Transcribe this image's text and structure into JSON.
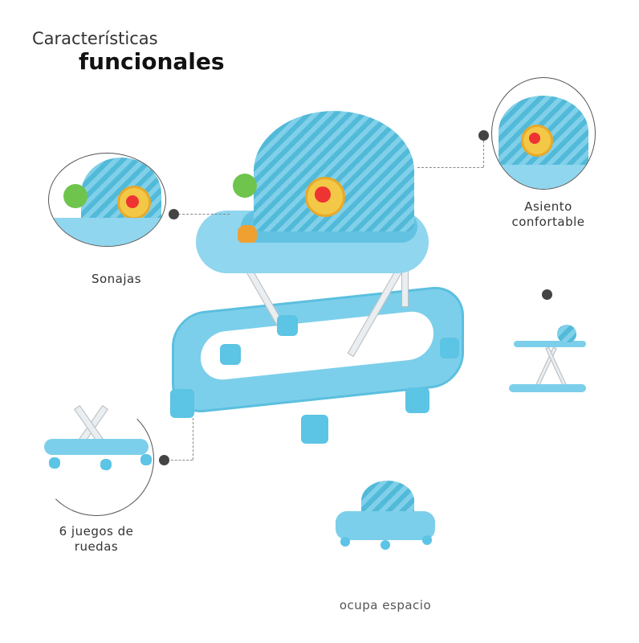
{
  "header": {
    "line1": "Características",
    "line2": "funcionales"
  },
  "features": {
    "comfort_seat": "Asiento confortable",
    "rattles": "Sonajas",
    "wheels": "6 juegos de ruedas",
    "space": "ocupa espacio"
  },
  "colors": {
    "accent": "#7ccfea",
    "dot": "#444444"
  }
}
